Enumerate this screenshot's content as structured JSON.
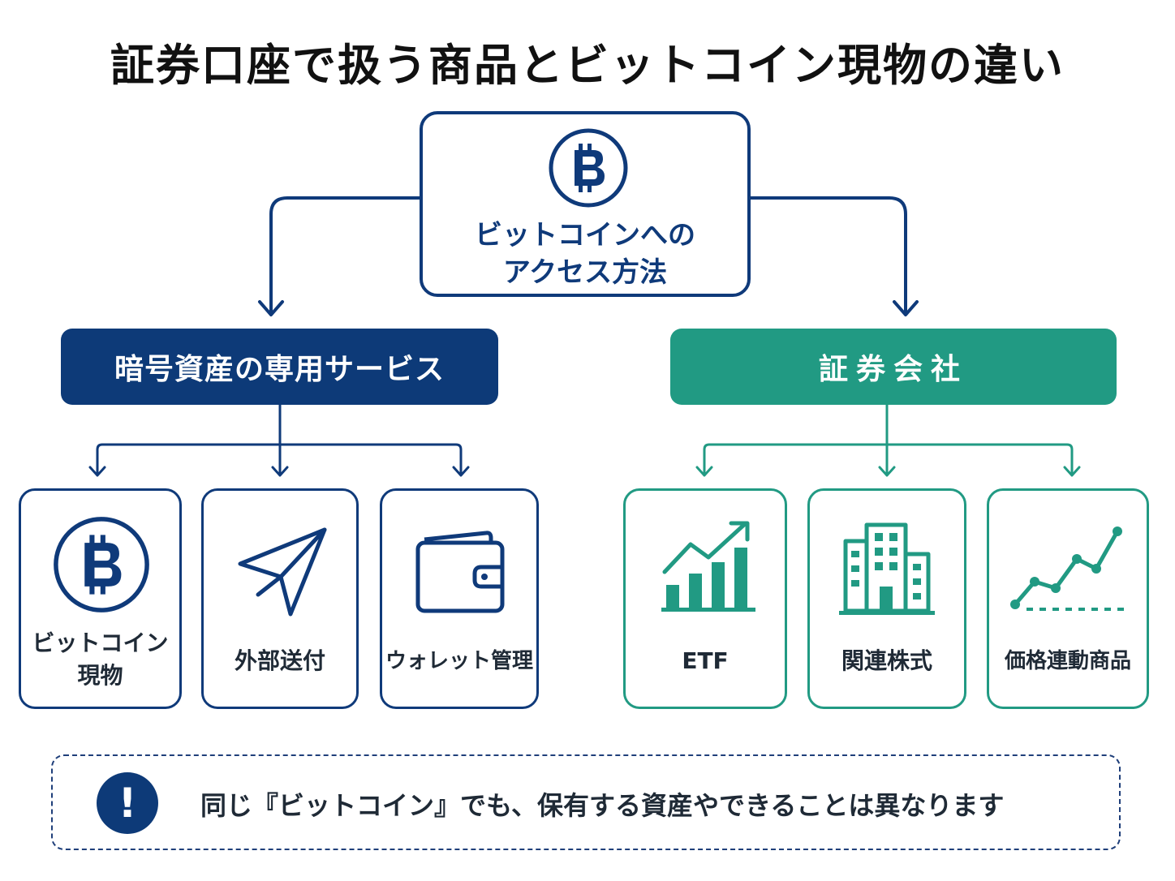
{
  "title": "証券口座で扱う商品とビットコイン現物の違い",
  "root": {
    "icon": "bitcoin-icon",
    "label_line1": "ビットコインへの",
    "label_line2": "アクセス方法"
  },
  "categories": {
    "crypto": {
      "label": "暗号資産の専用サービス",
      "color": "#0d3a78"
    },
    "securities": {
      "label": "証券会社",
      "color": "#219a83"
    }
  },
  "crypto_items": [
    {
      "icon": "bitcoin-icon",
      "label_line1": "ビットコイン",
      "label_line2": "現物"
    },
    {
      "icon": "paper-plane-icon",
      "label": "外部送付"
    },
    {
      "icon": "wallet-icon",
      "label": "ウォレット管理"
    }
  ],
  "securities_items": [
    {
      "icon": "bar-chart-arrow-icon",
      "label": "ETF"
    },
    {
      "icon": "building-icon",
      "label": "関連株式"
    },
    {
      "icon": "line-chart-icon",
      "label": "価格連動商品"
    }
  ],
  "note": {
    "icon": "exclamation-icon",
    "text": "同じ『ビットコイン』でも、保有する資産やできることは異なります"
  }
}
